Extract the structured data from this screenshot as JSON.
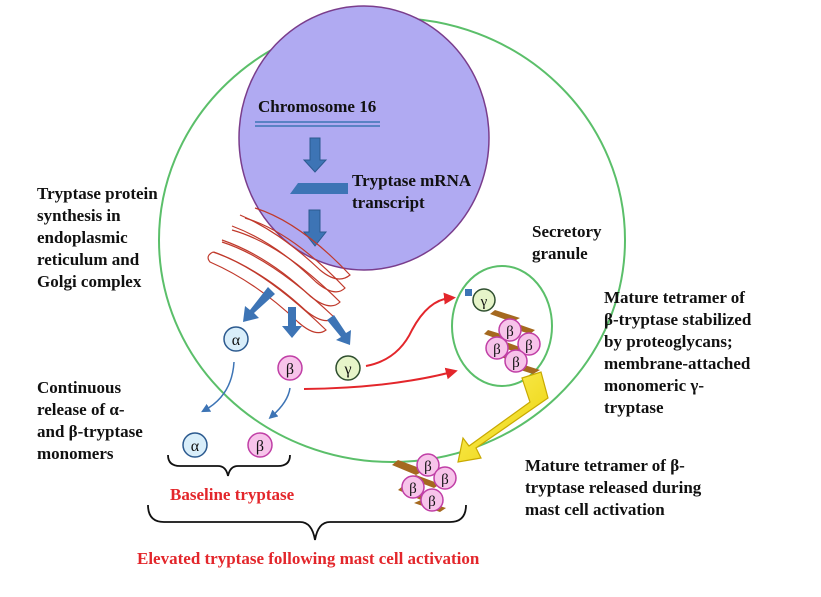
{
  "labels": {
    "chromosome": "Chromosome 16",
    "mrna_line1": "Tryptase mRNA",
    "mrna_line2": "transcript",
    "synthesis_lines": [
      "Tryptase protein",
      "synthesis in",
      "endoplasmic",
      "reticulum and",
      "Golgi complex"
    ],
    "secretory_lines": [
      "Secretory",
      "granule"
    ],
    "tetramer_lines": [
      "Mature tetramer of",
      "β-tryptase stabilized",
      "by proteoglycans;",
      "membrane-attached",
      "monomeric γ-",
      "tryptase"
    ],
    "continuous_lines": [
      "Continuous",
      "release of α-",
      "and β-tryptase",
      "monomers"
    ],
    "released_lines": [
      "Mature tetramer of β-",
      "tryptase released during",
      "mast cell activation"
    ],
    "baseline": "Baseline tryptase",
    "elevated": "Elevated tryptase following mast cell activation"
  },
  "symbols": {
    "alpha": "α",
    "beta": "β",
    "gamma": "γ"
  },
  "colors": {
    "cell_outline": "#5bbf6a",
    "nucleus_fill": "#b0aaf2",
    "nucleus_outline": "#7a3d8c",
    "arrow_blue": "#3d74b5",
    "er_red": "#c0392b",
    "red_text": "#e3262b",
    "alpha_fill": "#d9eefa",
    "beta_fill": "#f7c4ea",
    "beta_outline": "#c03fa6",
    "gamma_fill": "#e6f4c9",
    "proteoglycan": "#a5691f",
    "release_arrow": "#f4e400"
  }
}
